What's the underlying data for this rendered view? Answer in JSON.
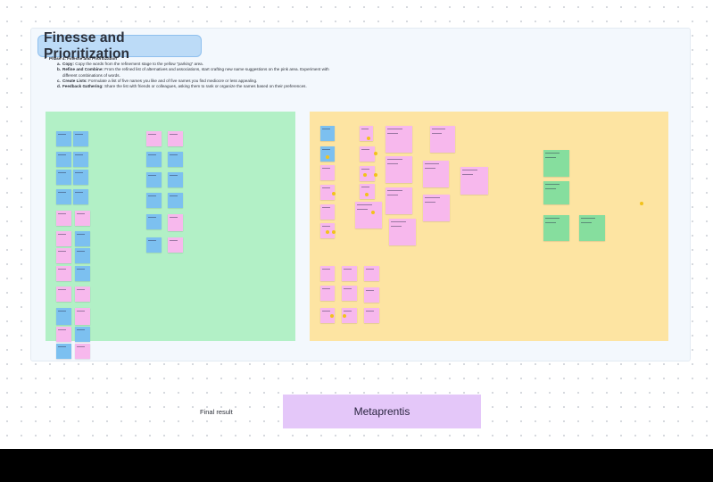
{
  "board": {
    "title": "Finesse and Prioritization",
    "phase_heading": "Phase 4: Finesse and Prioritization",
    "steps": [
      {
        "label": "a.",
        "title": "Copy:",
        "text": "Copy the words from the refinement stage to the yellow \"parking\" area."
      },
      {
        "label": "b.",
        "title": "Refine and Combine:",
        "text": "From the refined list of alternatives and associations, start crafting new name suggestions on the pink area. Experiment with",
        "text_cont": "different combinations of words."
      },
      {
        "label": "c.",
        "title": "Create Lists:",
        "text": "Formulate a list of five names you like and of five names you find mediocre or less appealing."
      },
      {
        "label": "d.",
        "title": "Feedback Gathering:",
        "text": "Share the list with friends or colleagues, asking them to rank or organize the names based on their preferences."
      }
    ]
  },
  "colors": {
    "green_zone": "#b2f0c6",
    "yellow_zone": "#fde4a2",
    "sticky_blue": "#7cc0f0",
    "sticky_pink": "#f7b8ed",
    "sticky_green": "#86de9e",
    "title_pill": "#bcdbf7",
    "final_box": "#e4c7f9",
    "vote_dot": "#f2c21b"
  },
  "final": {
    "label": "Final result",
    "value": "Metaprentis"
  }
}
